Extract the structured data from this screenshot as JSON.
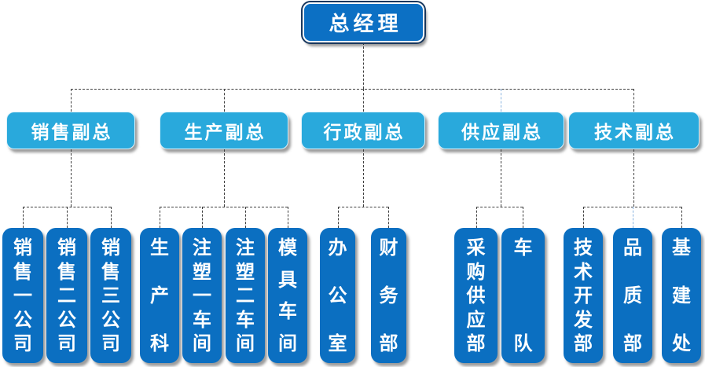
{
  "org_chart": {
    "type": "organization-tree",
    "root": {
      "label": "总经理"
    },
    "vps": [
      {
        "label": "销售副总",
        "children": [
          "销售一公司",
          "销售二公司",
          "销售三公司"
        ]
      },
      {
        "label": "生产副总",
        "children": [
          "生产科",
          "注塑一车间",
          "注塑二车间",
          "模具车间"
        ]
      },
      {
        "label": "行政副总",
        "children": [
          "办公室",
          "财务部"
        ]
      },
      {
        "label": "供应副总",
        "children": [
          "采购供应部",
          "车队"
        ]
      },
      {
        "label": "技术副总",
        "children": [
          "技术开发部",
          "品质部",
          "基建处"
        ]
      }
    ]
  },
  "colors": {
    "root_fill": "#0c70c4",
    "root_outline": "#17375e",
    "vp_fill": "#29a9dc",
    "dept_fill": "#0b6fc1",
    "text": "#ffffff",
    "connector": "#404040",
    "connector_light": "#8ab4e0"
  }
}
